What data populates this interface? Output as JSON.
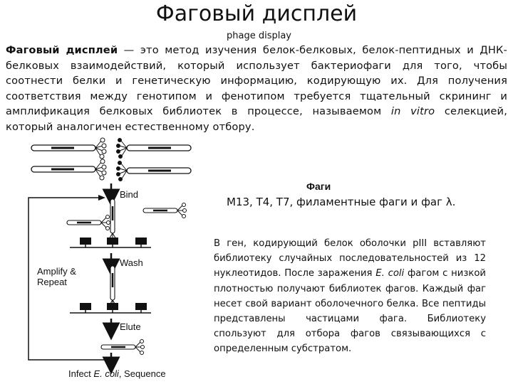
{
  "page": {
    "title": "Фаговый дисплей",
    "subtitle": "phage display"
  },
  "intro": {
    "term": "Фаговый дисплей",
    "text_before_italic": " — это метод изучения белок-белковых, белок-пептидных и ДНК-белковых взаимодействий, который использует бактериофаги для того, чтобы соотнести белки и генетическую информацию, кодирующую их. Для получения соответствия между генотипом и фенотипом требуется тщательный скрининг и амплификация белковых библиотек в процессе, называемом ",
    "italic": "in vitro",
    "text_after_italic": " селекцией, который аналогичен естественному отбору."
  },
  "figure": {
    "bind_label": "Bind",
    "wash_label": "Wash",
    "elute_label": "Elute",
    "amplify_label_1": "Amplify &",
    "amplify_label_2": "Repeat",
    "infect_prefix": "Infect ",
    "infect_italic": "E. coli",
    "infect_suffix": ", Sequence"
  },
  "phages": {
    "heading": "Фаги",
    "list": "M13, T4, T7, филаментные фаги и фаг λ."
  },
  "body2": {
    "p1": "В ген, кодирующий белок  оболочки pIII  вставляют библиотеку случайных  последовательностей из  12 нуклеотидов. После  заражения ",
    "ecoli": "E. coli",
    "p2": " фагом  с низкой плотностью получают библиотек фагов. Каждый фаг несет свой вариант  оболочечного белка. Все пептиды  представлены частицами фага. Библиотеку спользуют для  отбора фагов связывающихся   с определенным субстратом."
  }
}
